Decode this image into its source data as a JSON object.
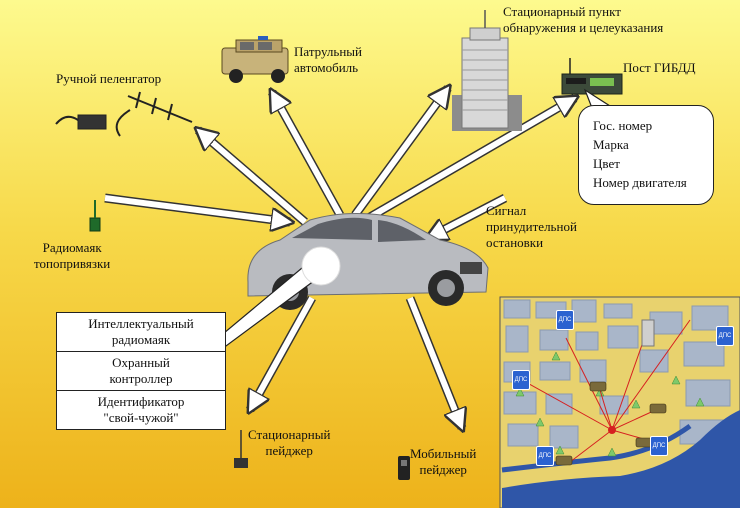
{
  "labels": {
    "patrol_car": "Патрульный\nавтомобиль",
    "station_point": "Стационарный пункт\nобнаружения и целеуказания",
    "gibdd_post": "Пост ГИБДД",
    "hand_finder": "Ручной пеленгатор",
    "beacon": "Радиомаяк\nтопопривязки",
    "stop_signal": "Сигнал\nпринудительной\nостановки",
    "stationary_pager": "Стационарный\nпейджер",
    "mobile_pager": "Мобильный\nпейджер"
  },
  "gibdd_bubble": [
    "Гос. номер",
    "Марка",
    "Цвет",
    "Номер двигателя"
  ],
  "callout": [
    "Интеллектуальный\nрадиомаяк",
    "Охранный\nконтроллер",
    "Идентификатор\n\"свой-чужой\""
  ],
  "map_badge": "ДПС",
  "colors": {
    "bg_top": "#fdfa8e",
    "bg_bottom": "#edb21a",
    "arrow_fill": "#ffffff",
    "map_road": "#f3dd7c",
    "map_block": "#a9b6c9",
    "map_river": "#2f56a8"
  }
}
